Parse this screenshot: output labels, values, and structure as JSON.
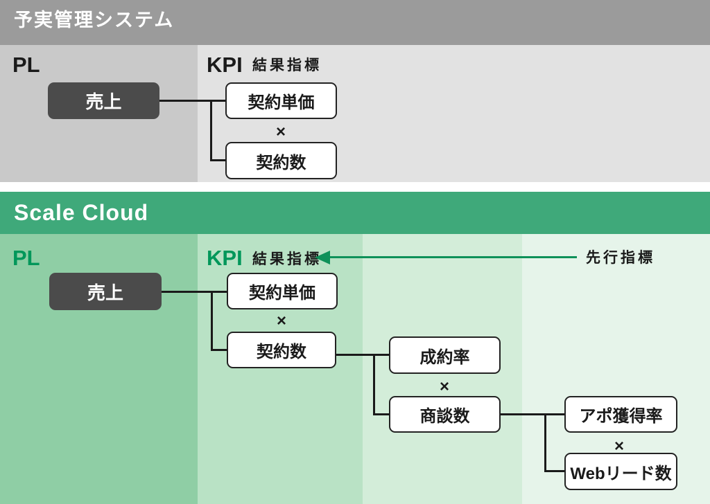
{
  "top_section": {
    "header_title": "予実管理システム",
    "pl_label": "PL",
    "kpi_label": "KPI",
    "kpi_sublabel": "結果指標",
    "root_node": "売上",
    "multiply_sign": "×",
    "kpi_nodes": [
      "契約単価",
      "契約数"
    ]
  },
  "bottom_section": {
    "header_title": "Scale Cloud",
    "pl_label": "PL",
    "kpi_label": "KPI",
    "kpi_sublabel": "結果指標",
    "leading_indicator_label": "先行指標",
    "root_node": "売上",
    "multiply_sign": "×",
    "level1_nodes": [
      "契約単価",
      "契約数"
    ],
    "level2_nodes": [
      "成約率",
      "商談数"
    ],
    "level3_nodes": [
      "アポ獲得率",
      "Webリード数"
    ]
  },
  "colors": {
    "gray_header": "#9B9B9B",
    "gray_band_pl": "#C9C9C9",
    "gray_band_kpi": "#E2E2E2",
    "dark_node": "#4B4B4B",
    "green_header": "#3FA97A",
    "green_band_1": "#8FCEA5",
    "green_band_2": "#B9E2C5",
    "green_band_3": "#D3EDD9",
    "green_band_4": "#E6F4EA",
    "green_text": "#00975A",
    "green_arrow": "#0E9159",
    "line_black": "#1A1A1A"
  }
}
